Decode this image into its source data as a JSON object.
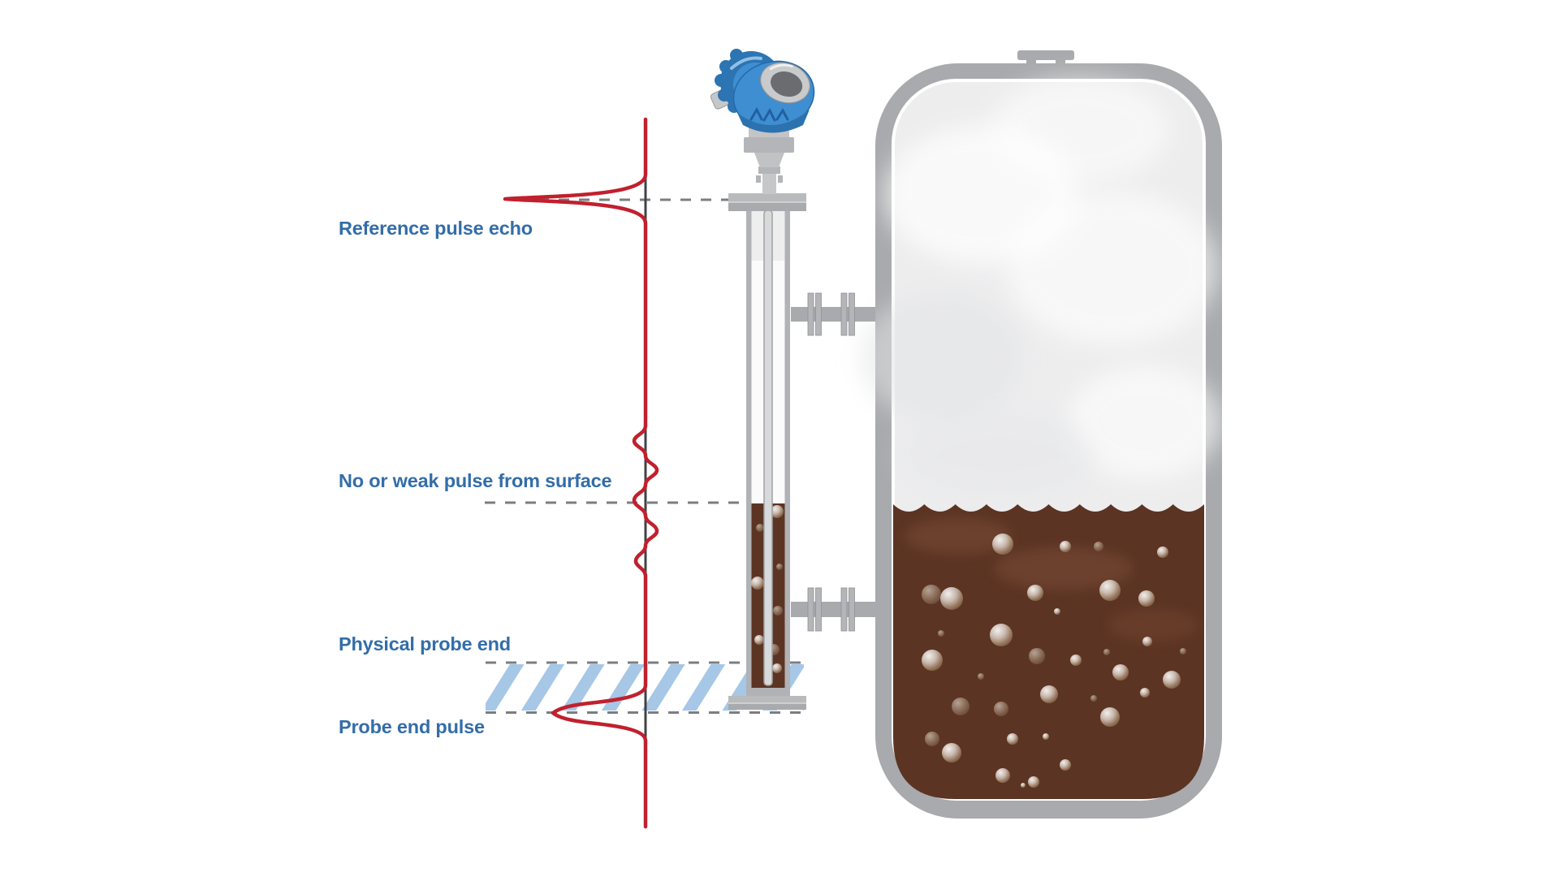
{
  "labels": {
    "reference_pulse_echo": "Reference pulse echo",
    "no_or_weak_pulse_from_surface": "No or weak pulse from surface",
    "physical_probe_end": "Physical probe end",
    "probe_end_pulse": "Probe end pulse"
  },
  "colors": {
    "label_text": "#336da8",
    "signal_red": "#c1202e",
    "baseline_dark": "#404245",
    "dashed_gray": "#7b7d80",
    "hatch_blue": "#a6c7e6",
    "metal_gray": "#a8aaad",
    "metal_light": "#b9babc",
    "liquid_brown": "#5c3423",
    "vapor_gray": "#ededee",
    "transmitter_blue": "#3f8ed2",
    "transmitter_blue_dark": "#2c74b2"
  }
}
